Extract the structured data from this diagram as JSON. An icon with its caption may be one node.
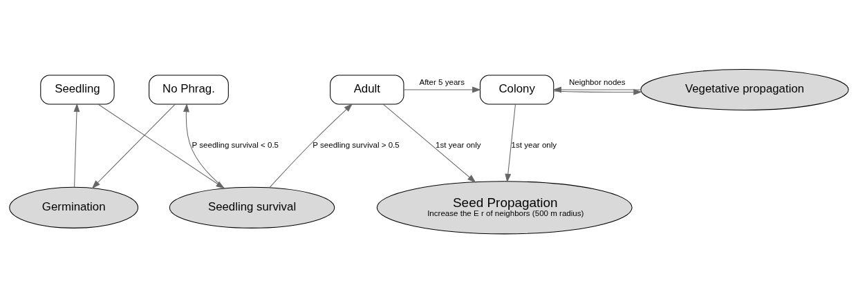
{
  "diagram": {
    "nodes": [
      {
        "text": [
          "No Phrag."
        ]
      },
      {
        "text": [
          "Seedling"
        ]
      },
      {
        "text": [
          "Adult"
        ]
      },
      {
        "text": [
          "Colony"
        ]
      },
      {
        "text": [
          "Vegetative propagation"
        ]
      },
      {
        "text": [
          "Germination"
        ]
      },
      {
        "text": [
          "Seedling survival"
        ]
      },
      {
        "text": [
          "Seed Propagation",
          "Increase the E r of neighbors (500 m radius)"
        ]
      }
    ],
    "edges": [
      {
        "from": 0,
        "to": 5,
        "arrow": "to"
      },
      {
        "from": 5,
        "to": 1,
        "arrow": "to"
      },
      {
        "from": 1,
        "to": 6,
        "arrow": "to"
      },
      {
        "from": 6,
        "to": 2,
        "arrow": "to",
        "label": "P seedling survival > 0.5"
      },
      {
        "from": 6,
        "to": 0,
        "arrow": "to",
        "label": "P seedling survival < 0.5"
      },
      {
        "from": 2,
        "to": 3,
        "arrow": "to",
        "label": "After 5 years"
      },
      {
        "from": 2,
        "to": 7,
        "arrow": "to",
        "label": "1st year only"
      },
      {
        "from": 3,
        "to": 7,
        "arrow": "to",
        "label": "1st year only"
      },
      {
        "from": 3,
        "to": 4,
        "arrow": "to"
      },
      {
        "from": 4,
        "to": 3,
        "arrow": "to",
        "label": "Neighbor nodes"
      }
    ]
  }
}
